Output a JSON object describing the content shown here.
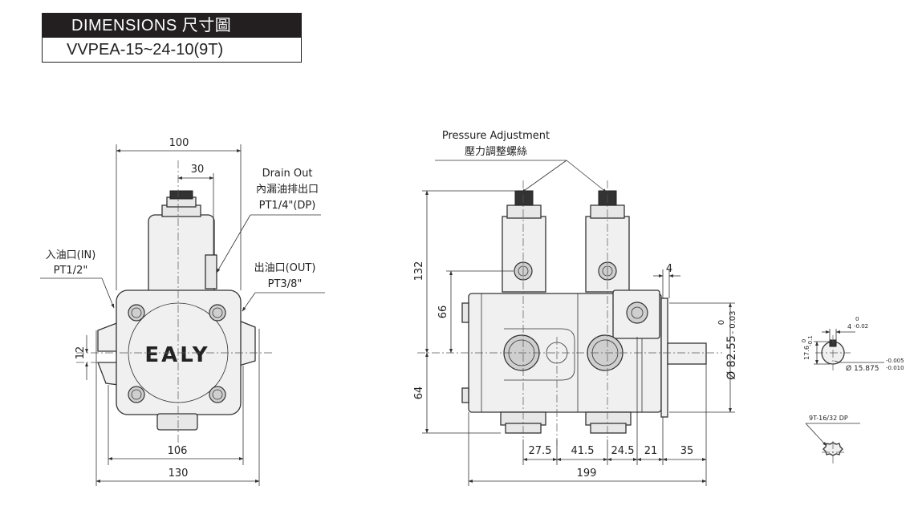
{
  "title": {
    "heading": "DIMENSIONS 尺寸圖",
    "model": "VVPEA-15~24-10(9T)"
  },
  "front_view": {
    "logo": "EALY",
    "callouts": {
      "drain_en": "Drain Out",
      "drain_zh": "內漏油排出口",
      "drain_spec": "PT1/4\"(DP)",
      "inlet_zh": "入油口(IN)",
      "inlet_spec": "PT1/2\"",
      "outlet_zh": "出油口(OUT)",
      "outlet_spec": "PT3/8\""
    },
    "dims": {
      "top_width": "100",
      "port_offset": "30",
      "center_offset": "12",
      "base_inner": "106",
      "base_outer": "130"
    }
  },
  "side_view": {
    "callouts": {
      "adjust_en": "Pressure Adjustment",
      "adjust_zh": "壓力調整螺絲"
    },
    "dims": {
      "height_top": "132",
      "height_mid": "66",
      "height_bottom": "64",
      "d1": "27.5",
      "d2": "41.5",
      "d3": "24.5",
      "d4": "21",
      "d5": "35",
      "overall": "199",
      "flange_thk": "4",
      "pilot_dia": "Ø 82.55",
      "pilot_tol_upper": "0",
      "pilot_tol_lower": "- 0.03"
    }
  },
  "shaft_detail": {
    "key_width": "4",
    "key_width_tol_upper": "0",
    "key_width_tol_lower": "-0.02",
    "key_height": "17.6",
    "key_height_tol_upper": "0",
    "key_height_tol_lower": "-0.1",
    "shaft_dia": "Ø 15.875",
    "shaft_tol_upper": "-0.005",
    "shaft_tol_lower": "-0.010"
  },
  "spline_detail": {
    "label": "9T-16/32 DP"
  }
}
